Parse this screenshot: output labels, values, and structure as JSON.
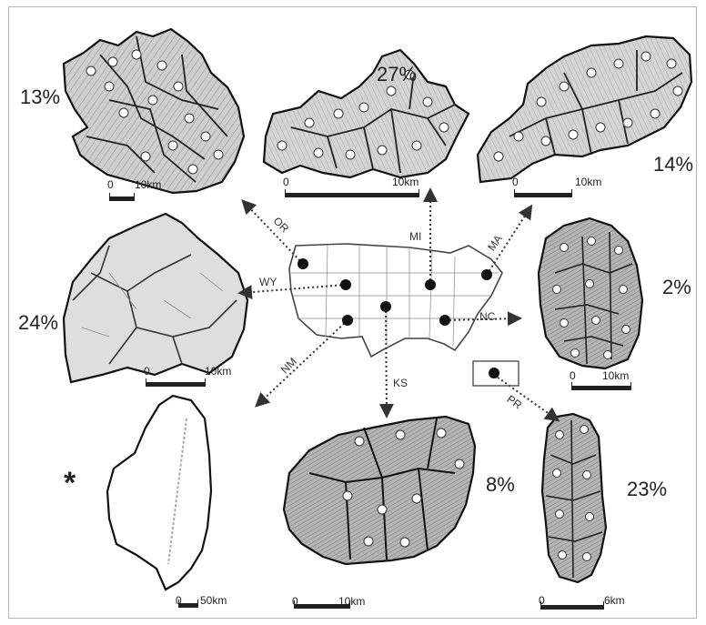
{
  "figure": {
    "panels": [
      {
        "state": "OR",
        "percent": "13%",
        "scale_zero": "0",
        "scale_end": "10km"
      },
      {
        "state": "MI",
        "percent": "27%",
        "scale_zero": "0",
        "scale_end": "10km"
      },
      {
        "state": "MA",
        "percent": "14%",
        "scale_zero": "0",
        "scale_end": "10km"
      },
      {
        "state": "WY",
        "percent": "24%",
        "scale_zero": "0",
        "scale_end": "10km"
      },
      {
        "state": "NC",
        "percent": "2%",
        "scale_zero": "0",
        "scale_end": "10km"
      },
      {
        "state": "NM",
        "percent": "*",
        "scale_zero": "0",
        "scale_end": "50km"
      },
      {
        "state": "KS",
        "percent": "8%",
        "scale_zero": "0",
        "scale_end": "10km"
      },
      {
        "state": "PR",
        "percent": "23%",
        "scale_zero": "0",
        "scale_end": "6km"
      }
    ]
  },
  "colors": {
    "ink": "#222222",
    "watershed_fill": "#c9c9c9",
    "frame": "#b5b5b5"
  }
}
